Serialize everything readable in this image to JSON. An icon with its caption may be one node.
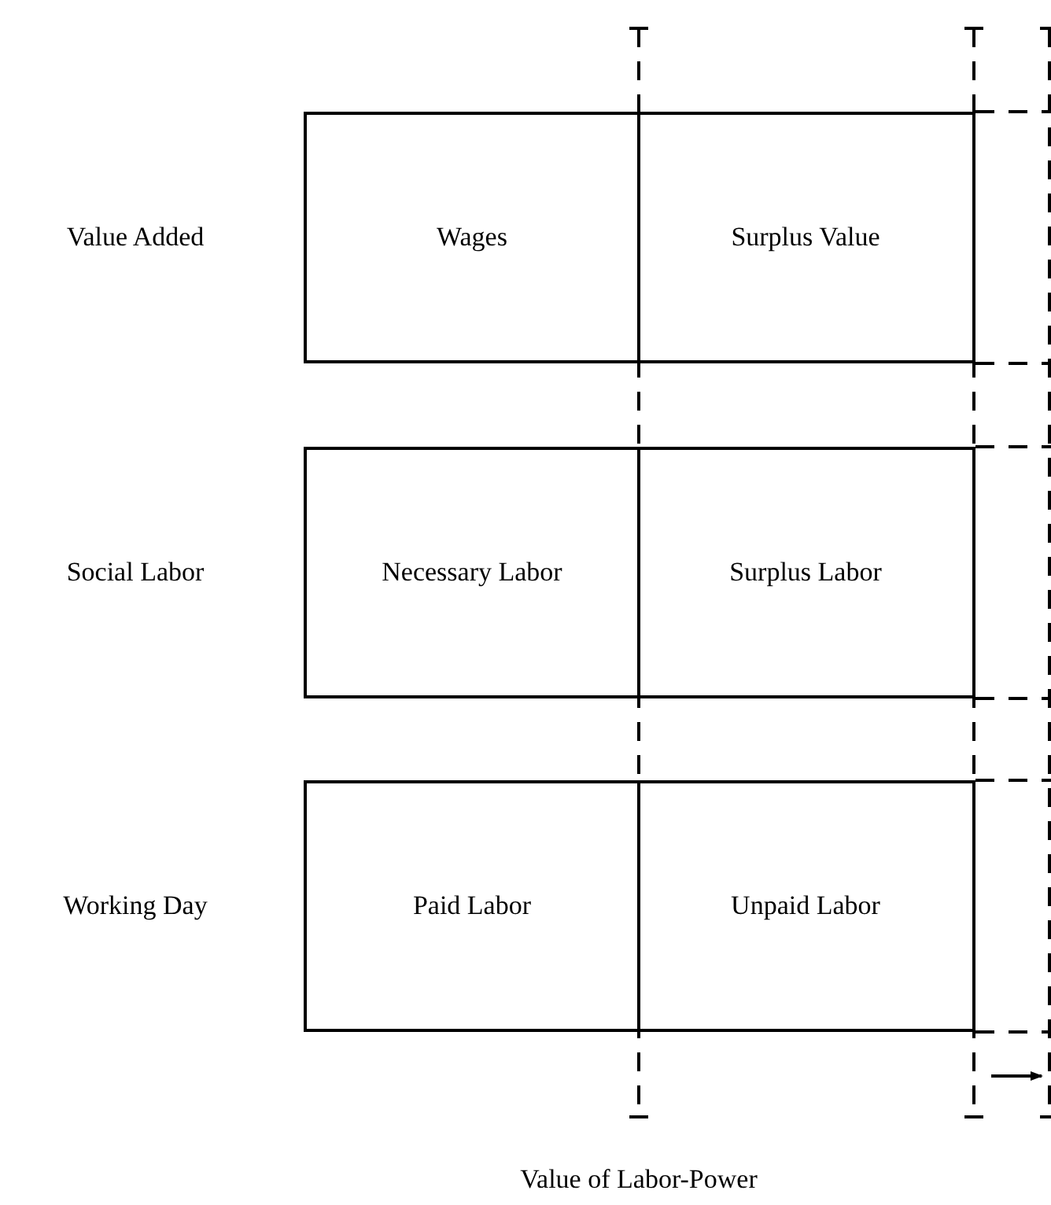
{
  "diagram": {
    "nodes": [
      {
        "text": [
          "Wages"
        ]
      },
      {
        "text": [
          "Surplus Value"
        ]
      },
      {
        "text": [
          "Necessary Labor"
        ]
      },
      {
        "text": [
          "Surplus Labor"
        ]
      },
      {
        "text": [
          "Paid Labor"
        ]
      },
      {
        "text": [
          "Unpaid Labor"
        ]
      }
    ],
    "edges": [],
    "labels": [
      "Value Added",
      "Social Labor",
      "Working Day",
      "Value of Labor-Power"
    ]
  }
}
